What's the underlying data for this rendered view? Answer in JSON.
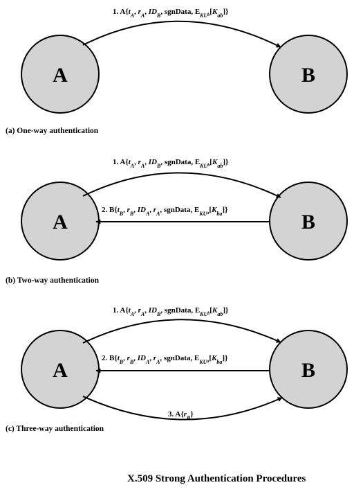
{
  "nodes": {
    "a": "A",
    "b": "B"
  },
  "tokens": {
    "one": "1.",
    "two": "2.",
    "three": "3.",
    "A": "A",
    "B": "B",
    "ob": "{",
    "cb": "}",
    "comma": ", ",
    "t": "t",
    "r": "r",
    "ID": "ID",
    "sgn": "sgnData",
    "E": "E",
    "KU": "KU",
    "K": "K",
    "lb": "[",
    "rb": "]",
    "subA": "A",
    "subB": "B",
    "sub_b": "b",
    "sub_a": "a",
    "sub_ab": "ab",
    "sub_ba": "ba"
  },
  "panels": {
    "one_way": {
      "caption": "(a) One-way authentication"
    },
    "two_way": {
      "caption": "(b) Two-way authentication"
    },
    "three_way": {
      "caption": "(c) Three-way authentication"
    }
  },
  "title": "X.509 Strong Authentication Procedures",
  "colors": {
    "node_fill": "#d3d3d3",
    "stroke": "#000000"
  }
}
